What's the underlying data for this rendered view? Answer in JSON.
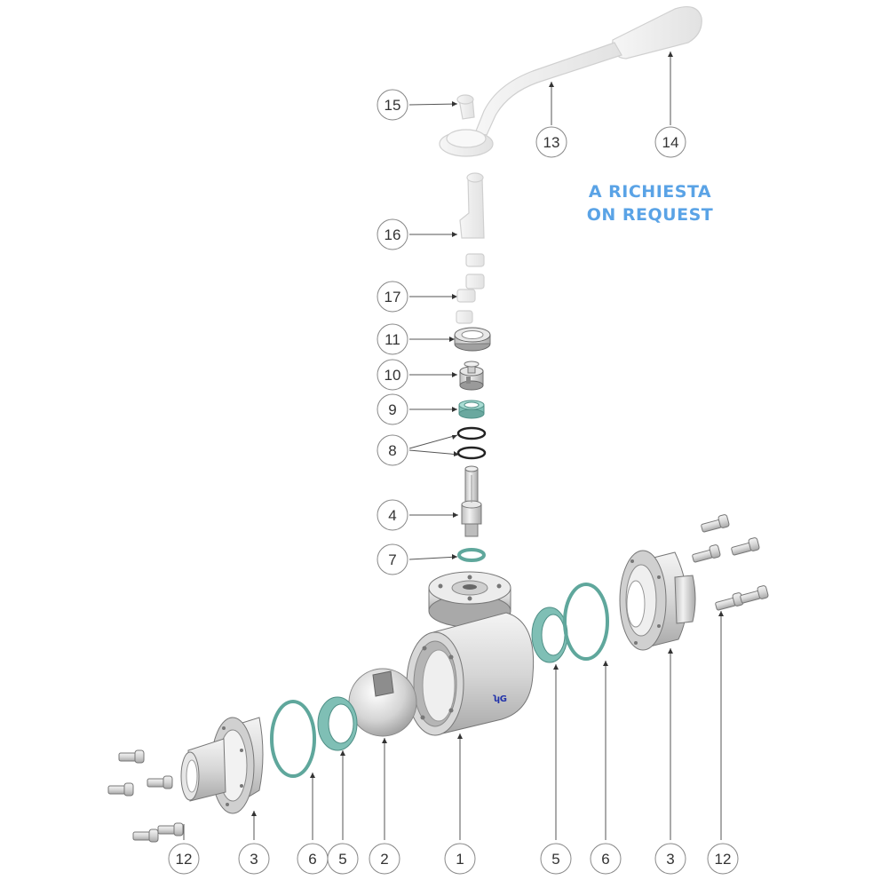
{
  "note": {
    "line1": "A RICHIESTA",
    "line2": "ON REQUEST",
    "color": "#5aa3e6"
  },
  "callouts": [
    {
      "id": "c15",
      "label": "15"
    },
    {
      "id": "c13",
      "label": "13"
    },
    {
      "id": "c14",
      "label": "14"
    },
    {
      "id": "c16",
      "label": "16"
    },
    {
      "id": "c17",
      "label": "17"
    },
    {
      "id": "c11",
      "label": "11"
    },
    {
      "id": "c10",
      "label": "10"
    },
    {
      "id": "c9",
      "label": "9"
    },
    {
      "id": "c8",
      "label": "8"
    },
    {
      "id": "c4",
      "label": "4"
    },
    {
      "id": "c7",
      "label": "7"
    },
    {
      "id": "b12l",
      "label": "12"
    },
    {
      "id": "b3l",
      "label": "3"
    },
    {
      "id": "b6l",
      "label": "6"
    },
    {
      "id": "b5l",
      "label": "5"
    },
    {
      "id": "b2",
      "label": "2"
    },
    {
      "id": "b1",
      "label": "1"
    },
    {
      "id": "b5r",
      "label": "5"
    },
    {
      "id": "b6r",
      "label": "6"
    },
    {
      "id": "b3r",
      "label": "3"
    },
    {
      "id": "b12r",
      "label": "12"
    }
  ],
  "colors": {
    "metal": "#d9d9d9",
    "metal_dark": "#9a9a9a",
    "gasket": "#7fbfb5",
    "oring": "#222222",
    "ghost": "#eeeeee",
    "logo": "#2233aa"
  }
}
